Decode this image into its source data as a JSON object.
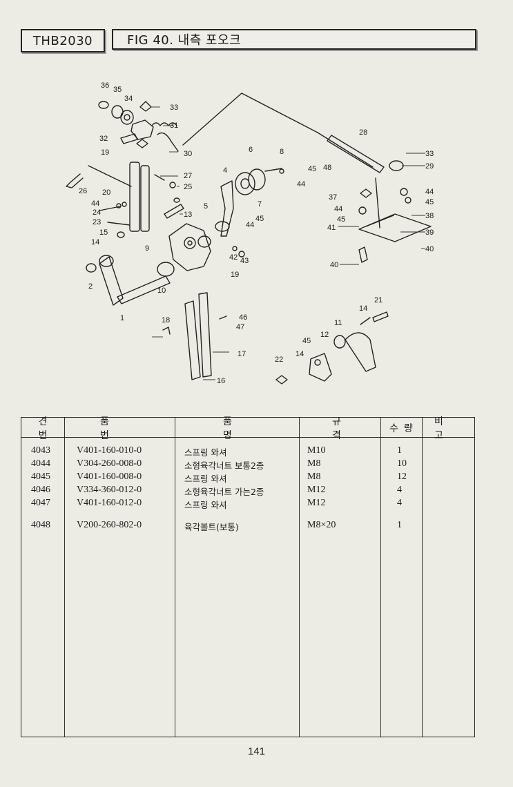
{
  "header": {
    "model": "THB2030",
    "figure_title": "FIG 40. 내측 포오크"
  },
  "diagram": {
    "callouts": [
      "36",
      "35",
      "34",
      "33",
      "31",
      "32",
      "19",
      "30",
      "6",
      "8",
      "28",
      "33",
      "29",
      "45",
      "48",
      "44",
      "27",
      "4",
      "26",
      "25",
      "20",
      "44",
      "24",
      "13",
      "5",
      "7",
      "45",
      "44",
      "37",
      "44",
      "45",
      "44",
      "45",
      "38",
      "23",
      "41",
      "39",
      "15",
      "14",
      "9",
      "42",
      "43",
      "40",
      "40",
      "19",
      "2",
      "10",
      "1",
      "14",
      "21",
      "18",
      "46",
      "47",
      "11",
      "45",
      "12",
      "14",
      "17",
      "22",
      "16"
    ]
  },
  "table": {
    "headers": {
      "no": "견번",
      "part": "품번",
      "name": "품명",
      "spec": "규격",
      "qty": "수량",
      "note": "비고"
    },
    "rows": [
      {
        "no": "4043",
        "part": "V401-160-010-0",
        "name": "스프링 와셔",
        "spec": "M10",
        "qty": "1"
      },
      {
        "no": "4044",
        "part": "V304-260-008-0",
        "name": "소형육각너트 보통2종",
        "spec": "M8",
        "qty": "10"
      },
      {
        "no": "4045",
        "part": "V401-160-008-0",
        "name": "스프링 와셔",
        "spec": "M8",
        "qty": "12"
      },
      {
        "no": "4046",
        "part": "V334-360-012-0",
        "name": "소형육각너트 가는2종",
        "spec": "M12",
        "qty": "4"
      },
      {
        "no": "4047",
        "part": "V401-160-012-0",
        "name": "스프링 와셔",
        "spec": "M12",
        "qty": "4"
      },
      {
        "no": "4048",
        "part": "V200-260-802-0",
        "name": "육각볼트(보통)",
        "spec": "M8×20",
        "qty": "1"
      }
    ]
  },
  "page_number": "141"
}
